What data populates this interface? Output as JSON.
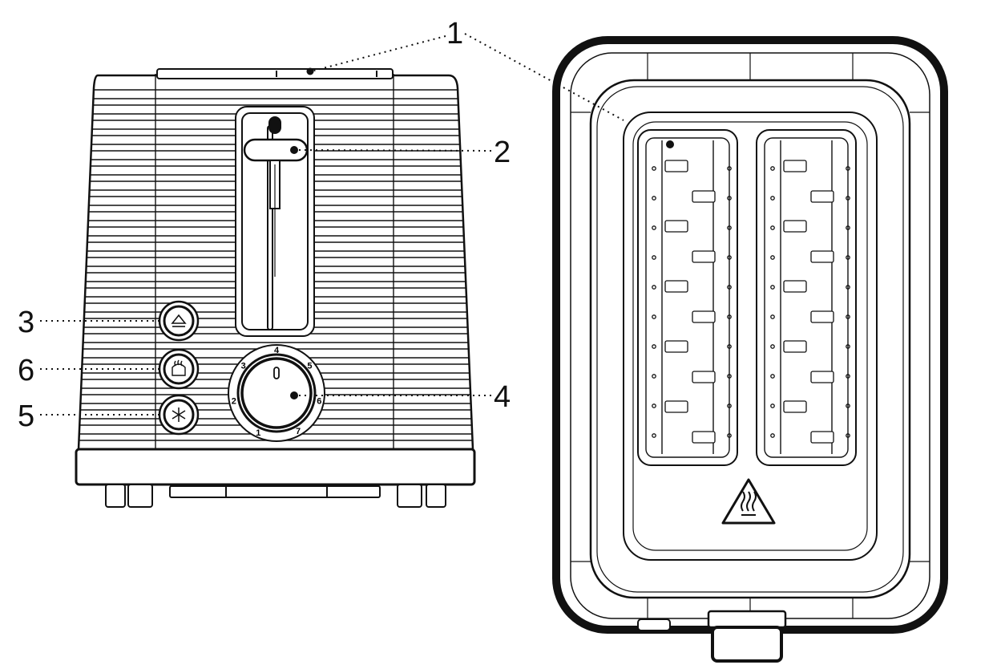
{
  "callouts": [
    {
      "id": "1",
      "text": "1"
    },
    {
      "id": "2",
      "text": "2"
    },
    {
      "id": "3",
      "text": "3"
    },
    {
      "id": "4",
      "text": "4"
    },
    {
      "id": "5",
      "text": "5"
    },
    {
      "id": "6",
      "text": "6"
    }
  ],
  "dial": {
    "numbers": [
      "1",
      "2",
      "3",
      "4",
      "5",
      "6",
      "7"
    ]
  },
  "icons": {
    "cancel": "eject-icon",
    "reheat": "toast-reheat-icon",
    "defrost": "snowflake-icon",
    "warning": "hot-surface-warning-icon"
  },
  "colors": {
    "line": "#111111",
    "background": "#ffffff"
  }
}
